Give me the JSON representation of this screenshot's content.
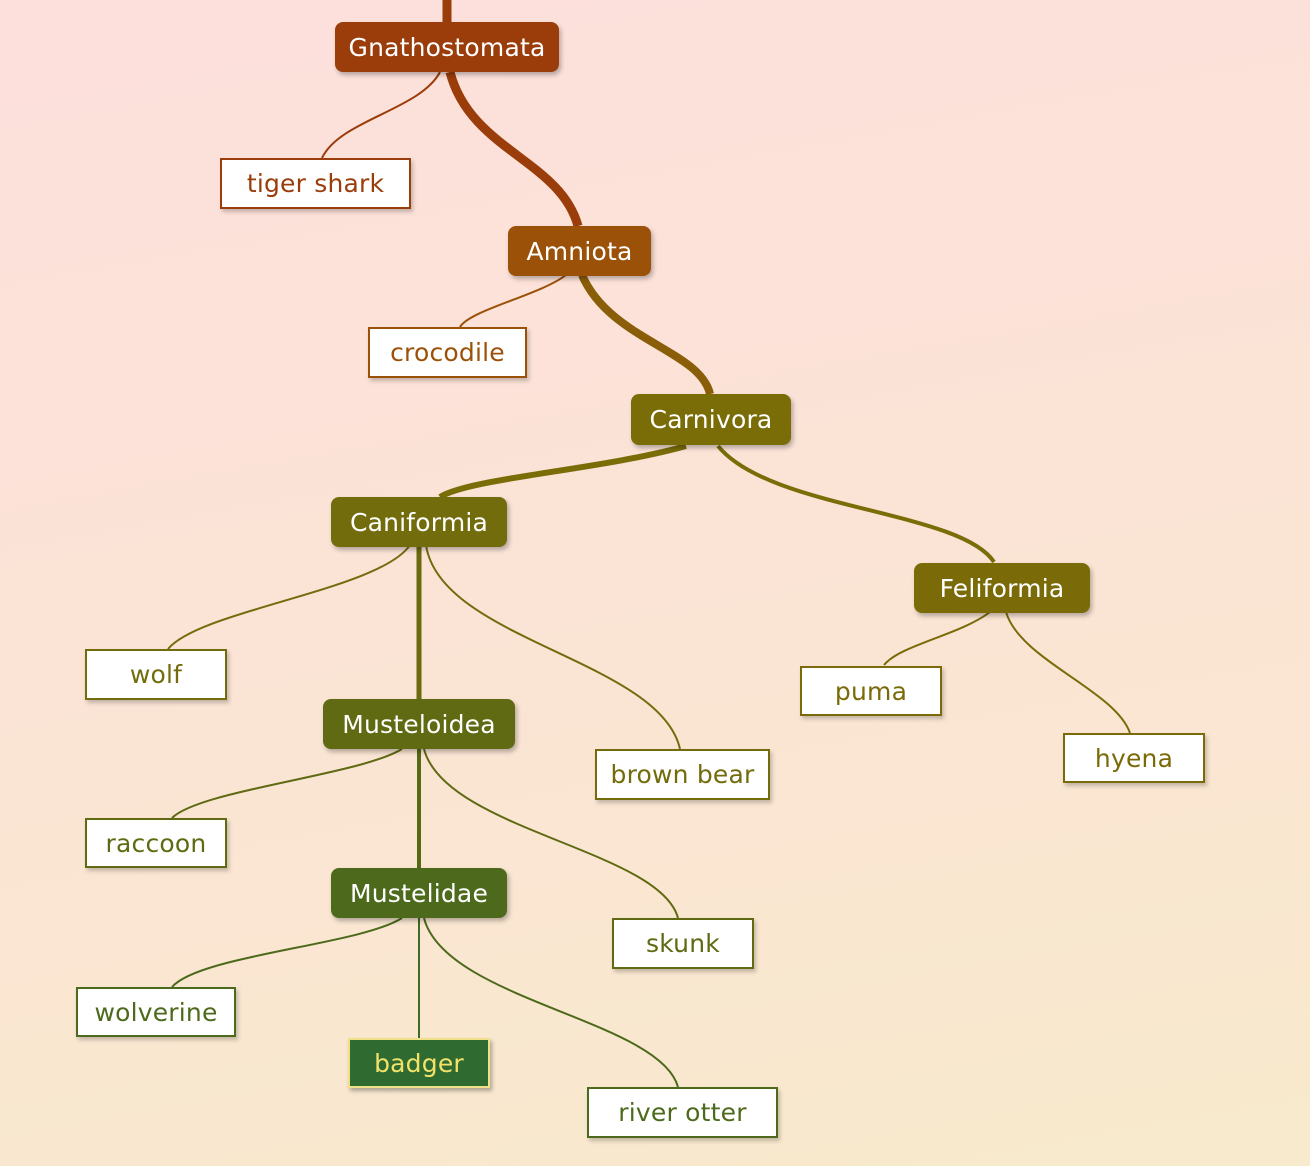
{
  "colors": {
    "gnathostomata": "#9a3d0a",
    "amniota": "#9b5208",
    "carnivora": "#7a6d08",
    "caniformia": "#726c0c",
    "feliformia": "#7a6b08",
    "musteloidea": "#5f6a12",
    "mustelidae": "#4d6a1c",
    "badger_fill": "#2f6b30",
    "badger_text": "#f3e26a",
    "badger_border": "#f0e08a"
  },
  "nodes": {
    "gnathostomata": "Gnathostomata",
    "tiger_shark": "tiger shark",
    "amniota": "Amniota",
    "crocodile": "crocodile",
    "carnivora": "Carnivora",
    "caniformia": "Caniformia",
    "feliformia": "Feliformia",
    "wolf": "wolf",
    "puma": "puma",
    "hyena": "hyena",
    "musteloidea": "Musteloidea",
    "brown_bear": "brown bear",
    "raccoon": "raccoon",
    "mustelidae": "Mustelidae",
    "skunk": "skunk",
    "wolverine": "wolverine",
    "badger": "badger",
    "river_otter": "river otter"
  }
}
